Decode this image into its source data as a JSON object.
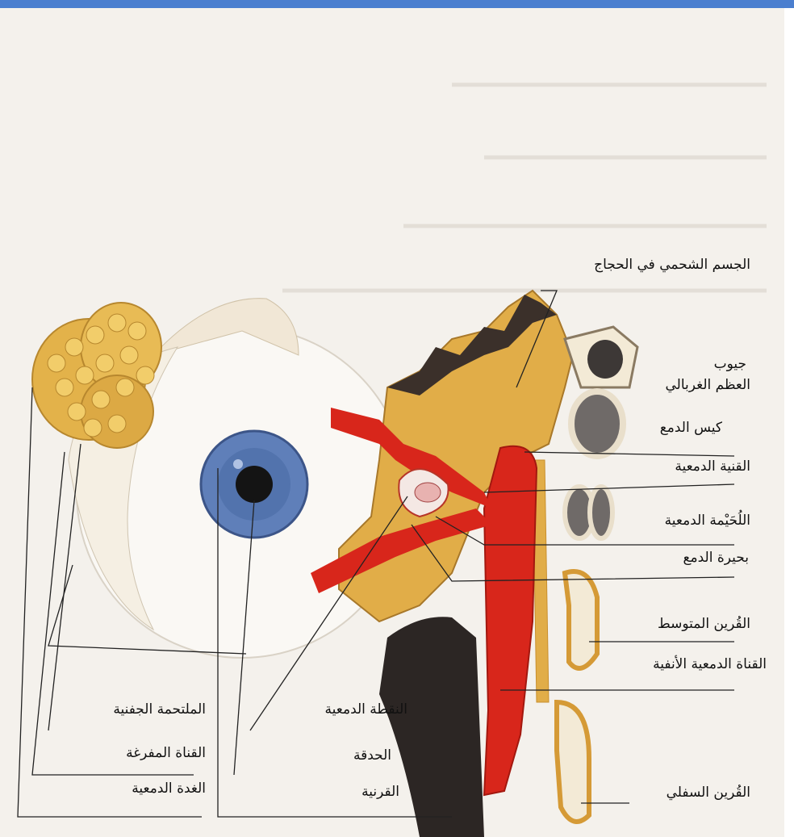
{
  "labels": {
    "orbital_fat": "الجسم الشحمي في الحجاج",
    "ethmoid_sinuses_1": "جيوب",
    "ethmoid_sinuses_2": "العظم الغربالي",
    "lacrimal_sac": "كيس الدمع",
    "canaliculus": "القنية الدمعية",
    "caruncle": "اللُحَيْمة الدمعية",
    "lacrimal_lake": "بحيرة الدمع",
    "middle_concha": "القُرين المتوسط",
    "nasolacrimal_duct": "القناة الدمعية الأنفية",
    "inferior_concha": "القُرين السفلي",
    "palpebral_conjunctiva": "الملتحمة الجفنية",
    "excretory_duct": "القناة المفرغة",
    "lacrimal_gland": "الغدة الدمعية",
    "lacrimal_punctum": "النقطة الدمعية",
    "pupil": "الحدقة",
    "cornea": "القرنية"
  },
  "colors": {
    "fat": "#e3b24a",
    "duct_red": "#d8261b",
    "iris": "#5f7fb9",
    "bone_dark": "#2c2624",
    "accent_bar": "#4b7fcf"
  }
}
